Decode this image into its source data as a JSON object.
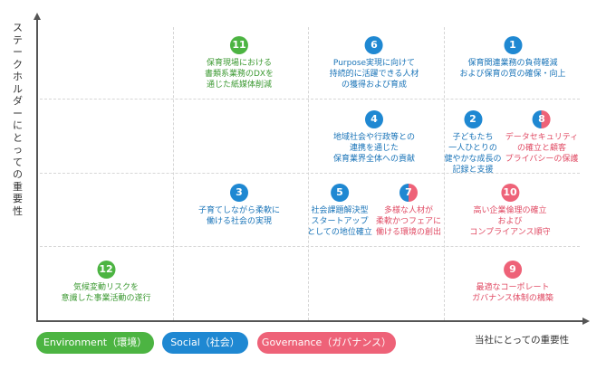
{
  "axes": {
    "y_label": "ステークホルダーにとっての重要性",
    "x_label": "当社にとっての重要性"
  },
  "items": [
    {
      "num": "1",
      "category": "Social",
      "lines": [
        "保育関連業務の負荷軽減",
        "および保育の質の確保・向上"
      ]
    },
    {
      "num": "2",
      "category": "Social",
      "lines": [
        "子どもたち",
        "一人ひとりの",
        "健やかな成長の",
        "記録と支援"
      ]
    },
    {
      "num": "3",
      "category": "Social",
      "lines": [
        "子育てしながら柔軟に",
        "働ける社会の実現"
      ]
    },
    {
      "num": "4",
      "category": "Social",
      "lines": [
        "地域社会や行政等との",
        "連携を通じた",
        "保育業界全体への貢献"
      ]
    },
    {
      "num": "5",
      "category": "Social",
      "lines": [
        "社会課題解決型",
        "スタートアップ",
        "としての地位確立"
      ]
    },
    {
      "num": "6",
      "category": "Social",
      "lines": [
        "Purpose実現に向けて",
        "持続的に活躍できる人材",
        "の獲得および育成"
      ]
    },
    {
      "num": "7",
      "category": "Social/Governance",
      "lines": [
        "多様な人材が",
        "柔軟かつフェアに",
        "働ける環境の創出"
      ]
    },
    {
      "num": "8",
      "category": "Social/Governance",
      "lines": [
        "データセキュリティ",
        "の確立と顧客",
        "プライバシーの保護"
      ]
    },
    {
      "num": "9",
      "category": "Governance",
      "lines": [
        "最適なコーポレート",
        "ガバナンス体制の構築"
      ]
    },
    {
      "num": "10",
      "category": "Governance",
      "lines": [
        "高い企業倫理の確立",
        "および",
        "コンプライアンス順守"
      ]
    },
    {
      "num": "11",
      "category": "Environment",
      "lines": [
        "保育現場における",
        "書類系業務のDXを",
        "通じた紙媒体削減"
      ]
    },
    {
      "num": "12",
      "category": "Environment",
      "lines": [
        "気候変動リスクを",
        "意識した事業活動の遂行"
      ]
    }
  ],
  "legend": {
    "environment": "Environment（環境）",
    "social": "Social（社会）",
    "governance": "Governance（ガバナンス）"
  },
  "colors": {
    "environment": "#4cb442",
    "social": "#1f88d2",
    "governance": "#ee6278"
  }
}
